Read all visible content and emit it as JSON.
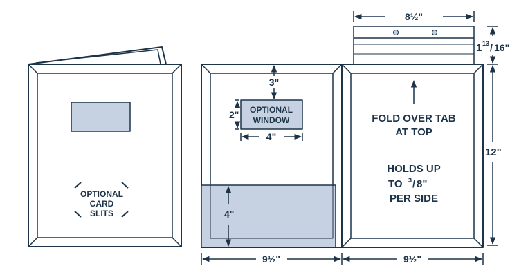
{
  "colors": {
    "stroke": "#1d3348",
    "fill": "#ffffff",
    "window_fill": "#c6d2e1",
    "pocket_fill": "#c6d2e1"
  },
  "labels": {
    "optional_card_slits": [
      "OPTIONAL",
      "CARD",
      "SLITS"
    ],
    "optional_window": [
      "OPTIONAL",
      "WINDOW"
    ],
    "fold_over_tab": [
      "FOLD OVER TAB",
      "AT TOP"
    ],
    "holds_up_line1": "HOLDS UP",
    "holds_up_line2_prefix": "TO ",
    "holds_up_fraction_num": "3",
    "holds_up_fraction_den": "8\"",
    "holds_up_line3": "PER SIDE"
  },
  "dimensions": {
    "top_width": "8½\"",
    "tab_height_whole": "1",
    "tab_height_num": "13",
    "tab_height_den": "16\"",
    "window_offset": "3\"",
    "window_height": "2\"",
    "window_width": "4\"",
    "pocket_height": "4\"",
    "left_panel_width": "9½\"",
    "right_panel_width": "9½\"",
    "total_height": "12\""
  }
}
